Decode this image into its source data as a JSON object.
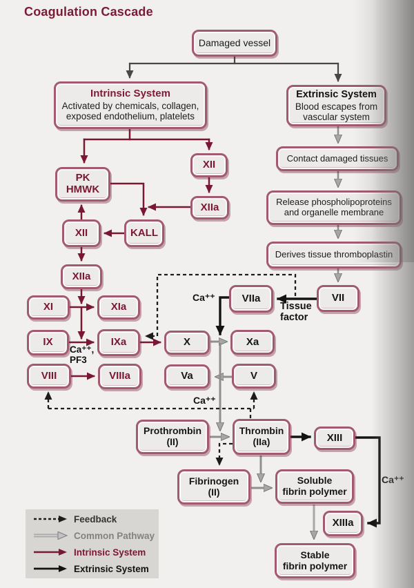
{
  "title": "Coagulation Cascade",
  "nodes": {
    "damaged_vessel": {
      "label": "Damaged vessel"
    },
    "intrinsic": {
      "title": "Intrinsic System",
      "desc": "Activated by chemicals, collagen,\nexposed endothelium, platelets"
    },
    "extrinsic": {
      "title": "Extrinsic System",
      "desc": "Blood escapes from\nvascular system"
    },
    "contact": {
      "label": "Contact damaged tissues"
    },
    "release": {
      "label": "Release phospholipoproteins\nand organelle membrane"
    },
    "derives": {
      "label": "Derives tissue thromboplastin"
    },
    "pk_hmwk": {
      "label": "PK\nHMWK"
    },
    "xii_upper": {
      "label": "XII"
    },
    "xiia_upper": {
      "label": "XIIa"
    },
    "kall": {
      "label": "KALL"
    },
    "xii_lower": {
      "label": "XII"
    },
    "xiia_lower": {
      "label": "XIIa"
    },
    "xi": {
      "label": "XI"
    },
    "xia": {
      "label": "XIa"
    },
    "ix": {
      "label": "IX"
    },
    "ixa": {
      "label": "IXa"
    },
    "viii": {
      "label": "VIII"
    },
    "viiia": {
      "label": "VIIIa"
    },
    "x": {
      "label": "X"
    },
    "xa": {
      "label": "Xa"
    },
    "va": {
      "label": "Va"
    },
    "v": {
      "label": "V"
    },
    "viia": {
      "label": "VIIa"
    },
    "vii": {
      "label": "VII"
    },
    "prothrombin": {
      "label": "Prothrombin\n(II)"
    },
    "thrombin": {
      "label": "Thrombin\n(IIa)"
    },
    "xiii": {
      "label": "XIII"
    },
    "fibrinogen": {
      "label": "Fibrinogen\n(II)"
    },
    "soluble": {
      "label": "Soluble\nfibrin polymer"
    },
    "xiiia": {
      "label": "XIIIa"
    },
    "stable": {
      "label": "Stable\nfibrin polymer"
    }
  },
  "annotations": {
    "ca_viia": "Ca⁺⁺",
    "ca_pf3": "Ca⁺⁺,\nPF3",
    "ca_mid": "Ca⁺⁺",
    "ca_xiii": "Ca⁺⁺",
    "tissue_factor": "Tissue\nfactor"
  },
  "legend": {
    "items": [
      {
        "label": "Feedback"
      },
      {
        "label": "Common Pathway"
      },
      {
        "label": "Intrinsic System"
      },
      {
        "label": "Extrinsic System"
      }
    ]
  },
  "colors": {
    "intrinsic_arrow": "#7a1733",
    "extrinsic_arrow": "#141414",
    "common_arrow": "#8f8f8f",
    "feedback_arrow": "#1c1c1c",
    "box_border": "#a25a70",
    "box_fill": "#ecebe9",
    "title_color": "#7d1a37",
    "legend_bg": "#d8d6d3"
  }
}
